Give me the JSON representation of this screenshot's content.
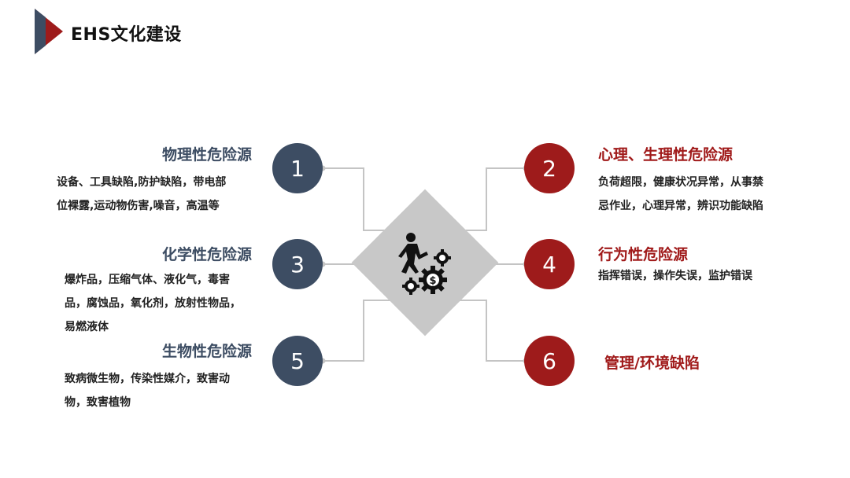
{
  "title": "EHS文化建设",
  "colors": {
    "accent_dark": "#3d4d63",
    "accent_red": "#9e1b1b",
    "diamond": "#c8c8c8"
  },
  "center_icon": "runner-on-gears-dollar-icon",
  "items": [
    {
      "number": "1",
      "heading": "物理性危险源",
      "lines": [
        "设备、工具缺陷,防护缺陷，带电部",
        "位裸露,运动物伤害,噪音，高温等"
      ]
    },
    {
      "number": "2",
      "heading": "心理、生理性危险源",
      "lines": [
        "负荷超限，健康状况异常，从事禁",
        "忌作业，心理异常，辨识功能缺陷"
      ]
    },
    {
      "number": "3",
      "heading": "化学性危险源",
      "lines": [
        "爆炸品，压缩气体、液化气，毒害",
        "品，腐蚀品，氧化剂，放射性物品，",
        "易燃液体"
      ]
    },
    {
      "number": "4",
      "heading": "行为性危险源",
      "lines": [
        "指挥错误，操作失误，监护错误"
      ]
    },
    {
      "number": "5",
      "heading": "生物性危险源",
      "lines": [
        "致病微生物，传染性媒介，致害动",
        "物，致害植物"
      ]
    },
    {
      "number": "6",
      "heading": "管理/环境缺陷",
      "lines": []
    }
  ]
}
